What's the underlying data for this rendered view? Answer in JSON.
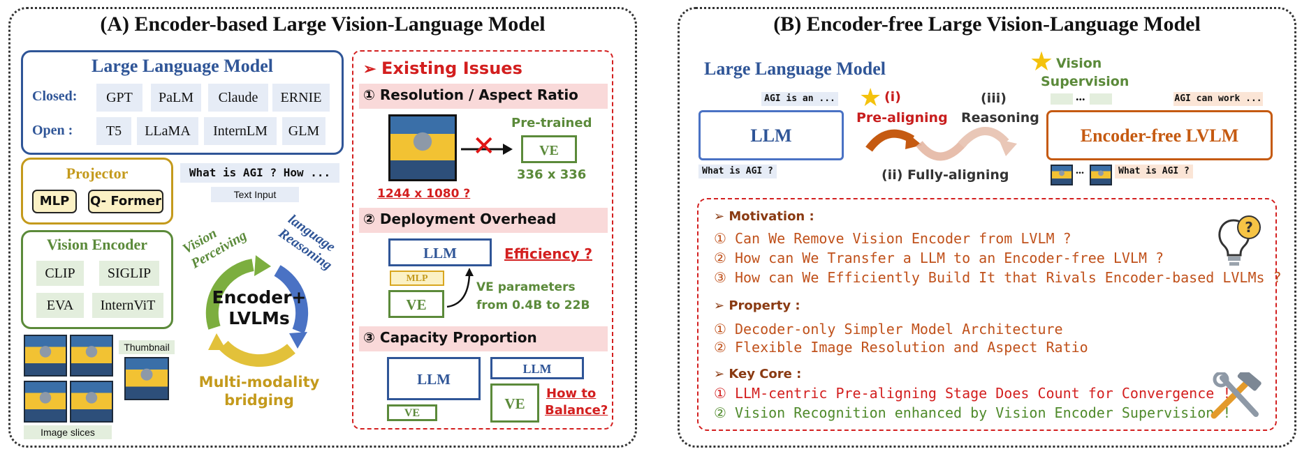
{
  "left": {
    "title": "(A) Encoder-based Large Vision-Language Model",
    "llm": {
      "title": "Large Language Model",
      "closed_label": "Closed:",
      "closed": [
        "GPT",
        "PaLM",
        "Claude",
        "ERNIE"
      ],
      "open_label": "Open :",
      "open": [
        "T5",
        "LLaMA",
        "InternLM",
        "GLM"
      ]
    },
    "projector": {
      "title": "Projector",
      "items": [
        "MLP",
        "Q- Former"
      ]
    },
    "text_input": {
      "prompt": "What is AGI ? How ...",
      "label": "Text Input"
    },
    "vision_encoder": {
      "title": "Vision Encoder",
      "items": [
        "CLIP",
        "SIGLIP",
        "EVA",
        "InternViT"
      ]
    },
    "thumbnail_label": "Thumbnail",
    "slices_label": "Image slices",
    "cycle": {
      "center_line1": "Encoder+",
      "center_line2": "LVLMs",
      "vision": "Vision Perceiving",
      "language": "language Reasoning",
      "multi_line1": "Multi-modality",
      "multi_line2": "bridging"
    },
    "issues": {
      "title": "Existing Issues",
      "res": {
        "title": "① Resolution / Aspect Ratio",
        "pretrained": "Pre-trained",
        "ve": "VE",
        "ve_size": "336 x 336",
        "img_size": "1244 x 1080 ?"
      },
      "deploy": {
        "title": "② Deployment Overhead",
        "llm": "LLM",
        "mlp": "MLP",
        "ve": "VE",
        "efficiency": "Efficiency ?",
        "params_line1": "VE parameters",
        "params_line2": "from 0.4B to 22B"
      },
      "capacity": {
        "title": "③ Capacity Proportion",
        "llm_big": "LLM",
        "ve_small": "VE",
        "llm_small": "LLM",
        "ve_big": "VE",
        "balance_line1": "How to",
        "balance_line2": "Balance?"
      }
    }
  },
  "right": {
    "title": "(B) Encoder-free Large Vision-Language Model",
    "llm_title": "Large Language Model",
    "llm_box": "LLM",
    "llm_output": "AGI is an  ...",
    "llm_input": "What is AGI ?",
    "stage_i_line1": "(i)",
    "stage_i_line2": "Pre-aligning",
    "stage_ii": "(ii) Fully-aligning",
    "stage_iii_line1": "(iii)",
    "stage_iii_line2": "Reasoning",
    "vision_sup_line1": "Vision",
    "vision_sup_line2": "Supervision",
    "ef_box": "Encoder-free LVLM",
    "ef_output": "AGI can work ...",
    "ef_dots": "...",
    "ef_input_dots": "...",
    "ef_input": "What is AGI ?",
    "motivation": {
      "title": "Motivation :",
      "items": [
        "① Can We Remove Vision Encoder from LVLM ?",
        "② How can We Transfer a LLM to an Encoder-free LVLM ?",
        "③ How can We Efficiently Build It that Rivals Encoder-based LVLMs ?"
      ]
    },
    "property": {
      "title": "Property :",
      "items": [
        "① Decoder-only Simpler Model Architecture",
        "② Flexible Image Resolution and Aspect Ratio"
      ]
    },
    "key_core": {
      "title": "Key Core :",
      "items": [
        "① LLM-centric Pre-aligning Stage Does Count for Convergence !",
        "② Vision Recognition enhanced by Vision Encoder Supervision !"
      ]
    }
  },
  "colors": {
    "blue": "#2f5597",
    "gold": "#c49a1c",
    "green": "#5b8a3a",
    "red": "#d31f1f",
    "orange": "#c0511b"
  }
}
